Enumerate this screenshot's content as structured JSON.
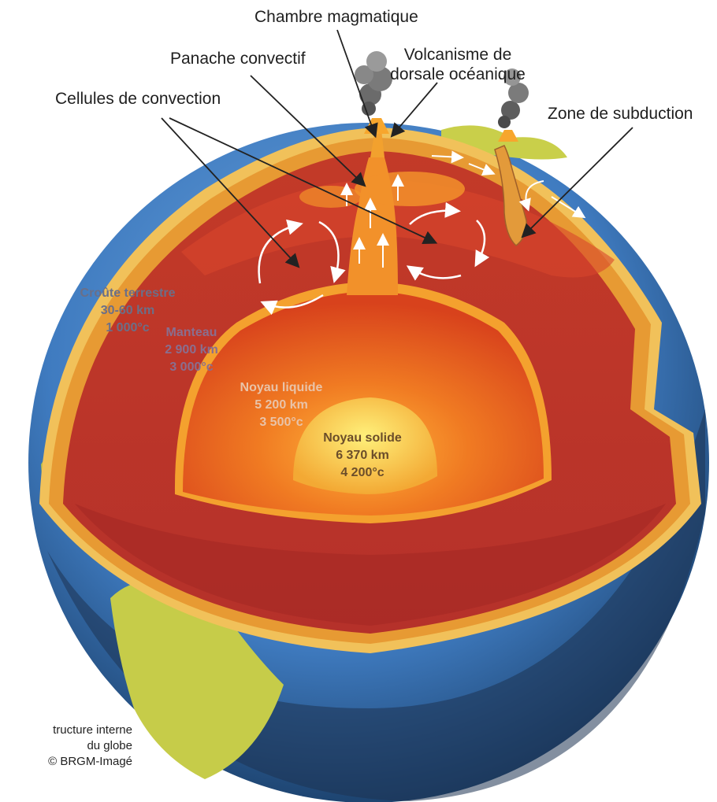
{
  "labels": {
    "chambre": "Chambre magmatique",
    "panache": "Panache convectif",
    "volcanisme_line1": "Volcanisme de",
    "volcanisme_line2": "dorsale océanique",
    "cellules": "Cellules de convection",
    "subduction": "Zone de subduction"
  },
  "layers": {
    "croute": {
      "name": "Croûte terrestre",
      "depth": "30-60 km",
      "temp": "1 000°c"
    },
    "manteau": {
      "name": "Manteau",
      "depth": "2 900 km",
      "temp": "3 000°c"
    },
    "noyau_liquide": {
      "name": "Noyau liquide",
      "depth": "5 200 km",
      "temp": "3 500°c"
    },
    "noyau_solide": {
      "name": "Noyau solide",
      "depth": "6 370 km",
      "temp": "4 200°c"
    }
  },
  "credit": {
    "line1": "tructure interne",
    "line2": "du globe",
    "line3": "© BRGM-Imagé"
  },
  "colors": {
    "ocean": "#3f7bc0",
    "land": "#c9cf4a",
    "crust": "#e7a43a",
    "mantle": "#c9422a",
    "outer_core": "#e85a1e",
    "inner_core": "#f6c43a",
    "magma": "#f19a2a",
    "arrow": "#222222"
  }
}
